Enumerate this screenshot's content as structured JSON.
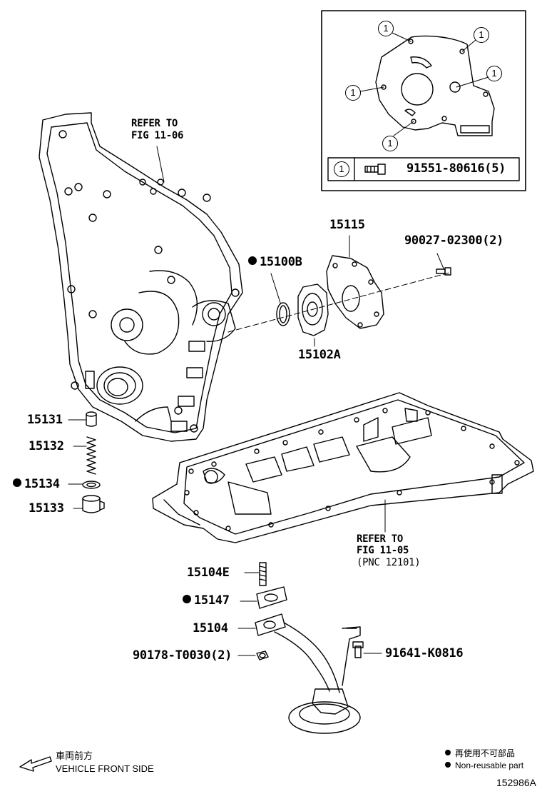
{
  "inset": {
    "key_symbol": "1",
    "bolt_part": "91551-80616(5)"
  },
  "refs": {
    "cover_ref_line1": "REFER TO",
    "cover_ref_line2": "FIG 11-06",
    "pan_ref_line1": "REFER TO",
    "pan_ref_line2": "FIG 11-05",
    "pan_ref_line3": "(PNC 12101)"
  },
  "parts": {
    "p15115": "15115",
    "p90027": "90027-02300(2)",
    "p15100B": "15100B",
    "p15102A": "15102A",
    "p15131": "15131",
    "p15132": "15132",
    "p15134": "15134",
    "p15133": "15133",
    "p15104E": "15104E",
    "p15147": "15147",
    "p15104": "15104",
    "p90178": "90178-T0030(2)",
    "p91641": "91641-K0816"
  },
  "legend": {
    "reuse_jp": "再使用不可部品",
    "reuse_en": "Non-reusable part"
  },
  "front": {
    "jp": "車両前方",
    "en": "VEHICLE FRONT SIDE"
  },
  "illustration_number": "152986A"
}
